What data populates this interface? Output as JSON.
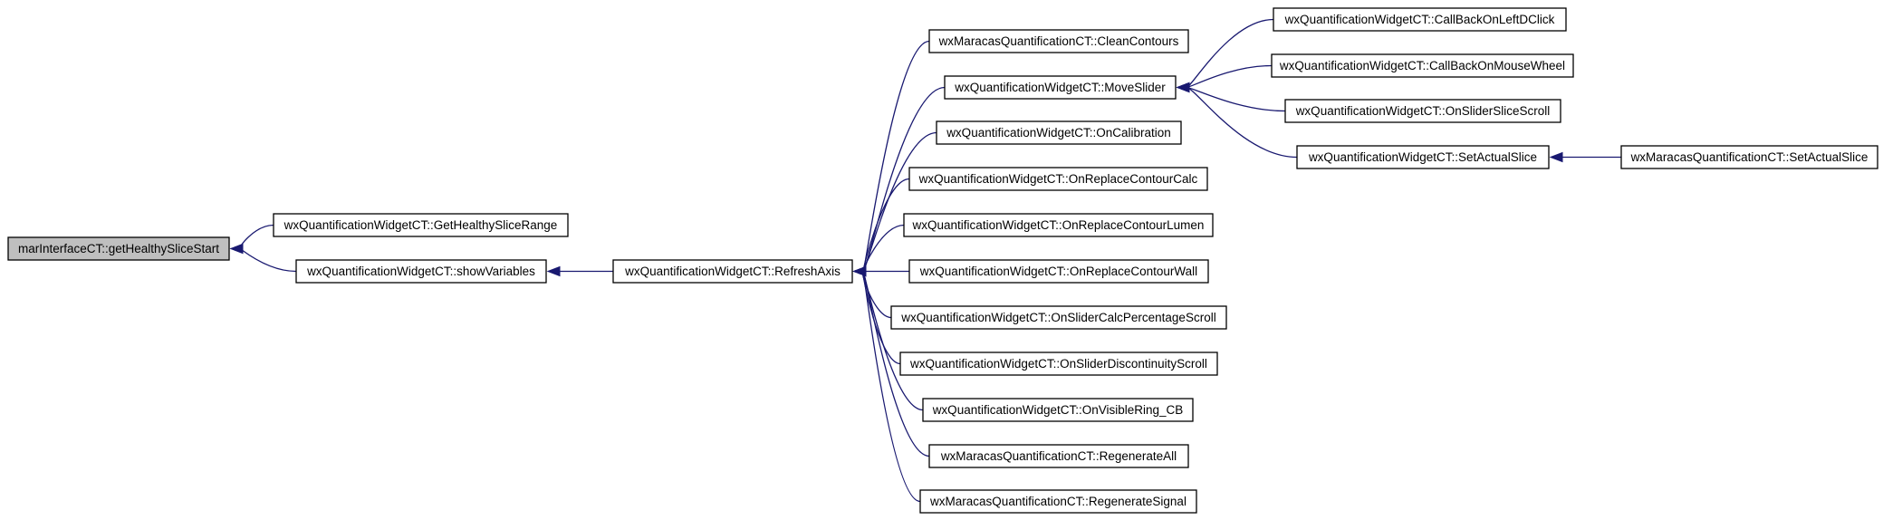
{
  "diagram": {
    "nodes": [
      {
        "id": "n0",
        "label": "marInterfaceCT::getHealthySliceStart",
        "root": true
      },
      {
        "id": "n1",
        "label": "wxQuantificationWidgetCT::GetHealthySliceRange"
      },
      {
        "id": "n2",
        "label": "wxQuantificationWidgetCT::showVariables"
      },
      {
        "id": "n3",
        "label": "wxQuantificationWidgetCT::RefreshAxis"
      },
      {
        "id": "n4",
        "label": "wxMaracasQuantificationCT::CleanContours"
      },
      {
        "id": "n5",
        "label": "wxQuantificationWidgetCT::MoveSlider"
      },
      {
        "id": "n6",
        "label": "wxQuantificationWidgetCT::OnCalibration"
      },
      {
        "id": "n7",
        "label": "wxQuantificationWidgetCT::OnReplaceContourCalc"
      },
      {
        "id": "n8",
        "label": "wxQuantificationWidgetCT::OnReplaceContourLumen"
      },
      {
        "id": "n9",
        "label": "wxQuantificationWidgetCT::OnReplaceContourWall"
      },
      {
        "id": "n10",
        "label": "wxQuantificationWidgetCT::OnSliderCalcPercentageScroll"
      },
      {
        "id": "n11",
        "label": "wxQuantificationWidgetCT::OnSliderDiscontinuityScroll"
      },
      {
        "id": "n12",
        "label": "wxQuantificationWidgetCT::OnVisibleRing_CB"
      },
      {
        "id": "n13",
        "label": "wxMaracasQuantificationCT::RegenerateAll"
      },
      {
        "id": "n14",
        "label": "wxMaracasQuantificationCT::RegenerateSignal"
      },
      {
        "id": "n15",
        "label": "wxQuantificationWidgetCT::CallBackOnLeftDClick"
      },
      {
        "id": "n16",
        "label": "wxQuantificationWidgetCT::CallBackOnMouseWheel"
      },
      {
        "id": "n17",
        "label": "wxQuantificationWidgetCT::OnSliderSliceScroll"
      },
      {
        "id": "n18",
        "label": "wxQuantificationWidgetCT::SetActualSlice"
      },
      {
        "id": "n19",
        "label": "wxMaracasQuantificationCT::SetActualSlice"
      }
    ],
    "edges": [
      {
        "from": "n1",
        "to": "n0"
      },
      {
        "from": "n2",
        "to": "n0"
      },
      {
        "from": "n3",
        "to": "n2"
      },
      {
        "from": "n4",
        "to": "n3"
      },
      {
        "from": "n5",
        "to": "n3"
      },
      {
        "from": "n6",
        "to": "n3"
      },
      {
        "from": "n7",
        "to": "n3"
      },
      {
        "from": "n8",
        "to": "n3"
      },
      {
        "from": "n9",
        "to": "n3"
      },
      {
        "from": "n10",
        "to": "n3"
      },
      {
        "from": "n11",
        "to": "n3"
      },
      {
        "from": "n12",
        "to": "n3"
      },
      {
        "from": "n13",
        "to": "n3"
      },
      {
        "from": "n14",
        "to": "n3"
      },
      {
        "from": "n15",
        "to": "n5"
      },
      {
        "from": "n16",
        "to": "n5"
      },
      {
        "from": "n17",
        "to": "n5"
      },
      {
        "from": "n18",
        "to": "n5"
      },
      {
        "from": "n19",
        "to": "n18"
      }
    ],
    "colors": {
      "edge": "#191970",
      "root_fill": "#bfbfbf",
      "node_fill": "#ffffff",
      "node_border": "#000000"
    }
  }
}
